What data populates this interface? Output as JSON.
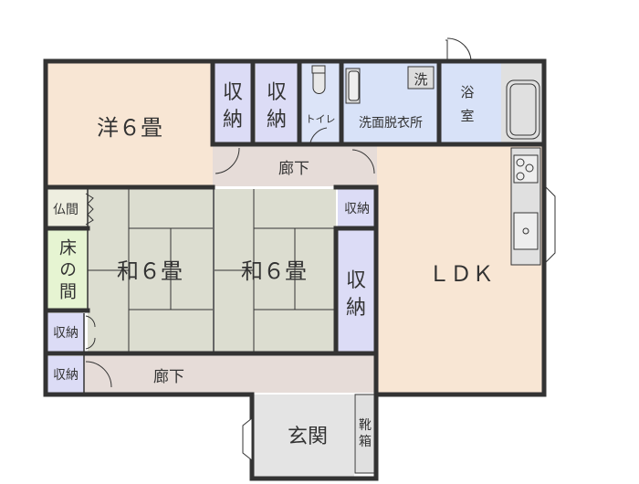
{
  "colors": {
    "wall": "#333333",
    "western_room": "#f8e6d4",
    "storage": "#dcdcf6",
    "water": "#d8e2f8",
    "hallway": "#e6dcd8",
    "washitsu": "#dcddd0",
    "tokonoma": "#e6f4d2",
    "butsuma": "#eeeee0",
    "entrance": "#e4e4e4",
    "fixture": "#e0e0e0"
  },
  "rooms": {
    "western": "洋６畳",
    "storage_1": "収納",
    "storage_2": "収納",
    "toilet": "トイレ",
    "washroom": "洗面脱衣所",
    "washer": "洗",
    "bath": "浴室",
    "hall_upper": "廊下",
    "ldk": "ＬＤＫ",
    "butsuma": "仏間",
    "washitsu_left": "和６畳",
    "washitsu_right": "和６畳",
    "storage_3": "収納",
    "tokonoma": "床の間",
    "storage_4": "収納",
    "storage_5": "収納",
    "storage_6": "収納",
    "hall_lower": "廊下",
    "entrance": "玄関",
    "shoe_box": "靴箱"
  }
}
